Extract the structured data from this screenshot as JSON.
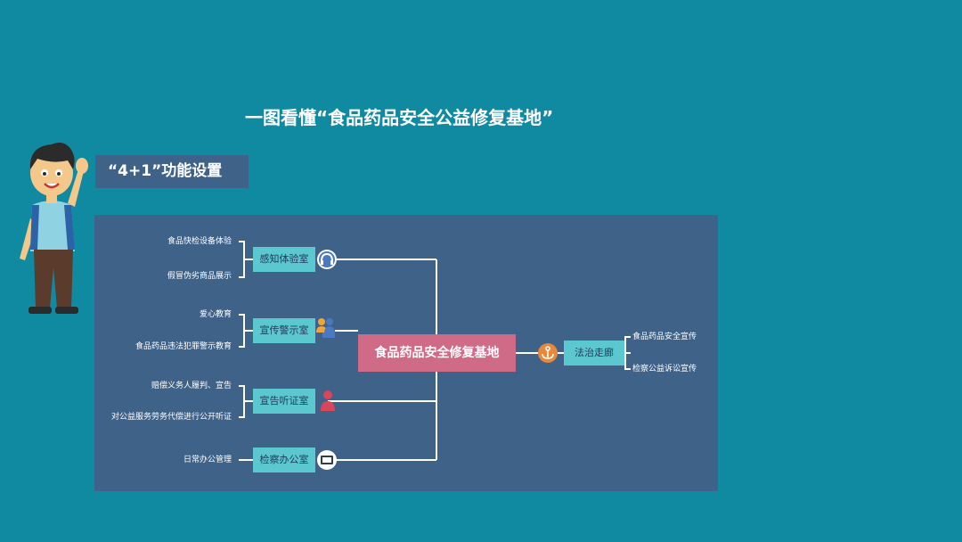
{
  "title": "一图看懂“食品药品安全公益修复基地”",
  "subtitle": "“4+1”功能设置",
  "center": "食品药品安全修复基地",
  "rooms": [
    {
      "label": "感知体验室",
      "icon": "headset-icon",
      "items": [
        "食品快检设备体验",
        "假冒伪劣商品展示"
      ]
    },
    {
      "label": "宣传警示室",
      "icon": "people-icon",
      "items": [
        "爱心教育",
        "食品药品违法犯罪警示教育"
      ]
    },
    {
      "label": "宣告听证室",
      "icon": "person-icon",
      "items": [
        "赔偿义务人履判、宣告",
        "对公益服务劳务代偿进行公开听证"
      ]
    },
    {
      "label": "检察办公室",
      "icon": "monitor-icon",
      "items": [
        "日常办公管理"
      ]
    }
  ],
  "corridor": {
    "label": "法治走廊",
    "icon": "anchor-icon",
    "items": [
      "食品药品安全宣传",
      "检察公益诉讼宣传"
    ]
  },
  "colors": {
    "background": "#0f8aa0",
    "panel": "#3f6288",
    "node": "#5bc7cf",
    "center": "#cf6b86",
    "anchor": "#e8883a"
  }
}
